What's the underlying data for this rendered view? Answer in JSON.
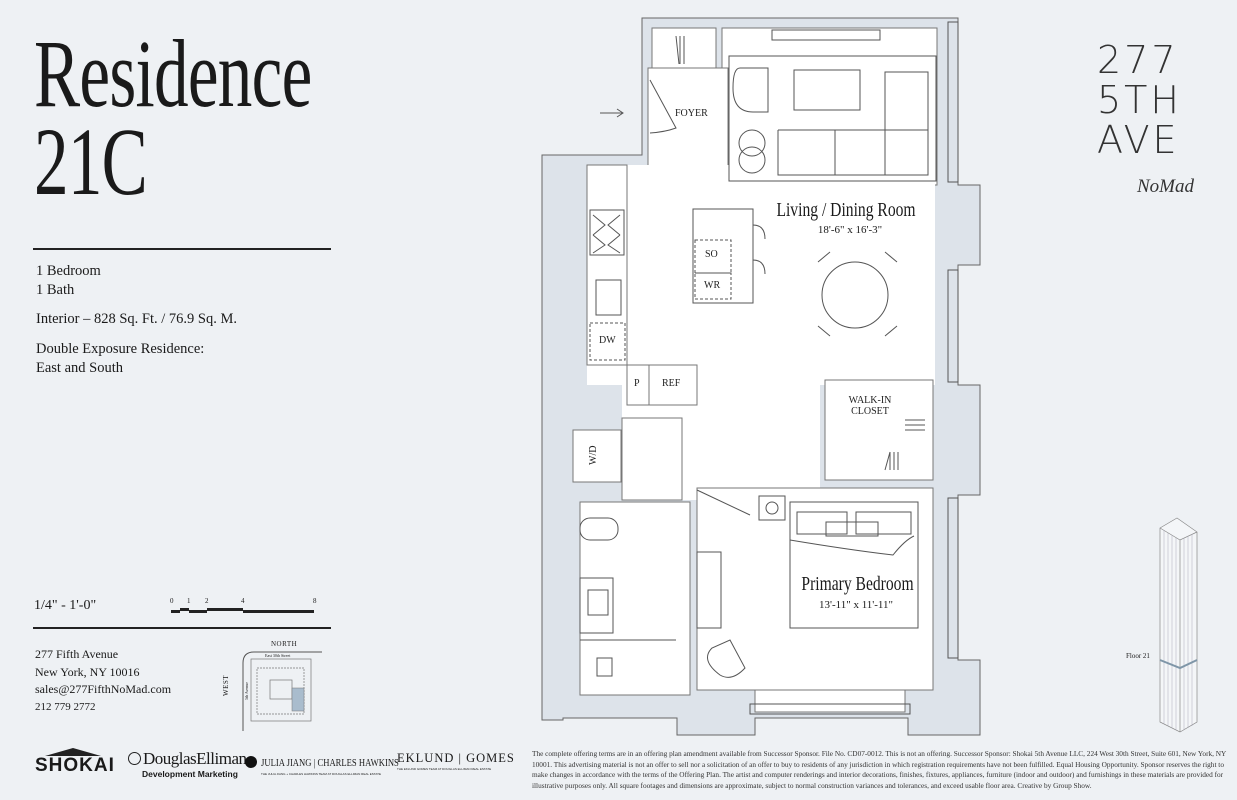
{
  "residence": {
    "title_line1": "Residence",
    "title_line2": "21C",
    "bedrooms": "1 Bedroom",
    "baths": "1 Bath",
    "interior": "Interior – 828 Sq. Ft. / 76.9 Sq. M.",
    "exposure_line1": "Double Exposure Residence:",
    "exposure_line2": "East and South"
  },
  "scale": {
    "label": "1/4\" - 1'-0\"",
    "ticks": [
      "0",
      "1",
      "2",
      "4",
      "8"
    ]
  },
  "contact": {
    "address1": "277 Fifth Avenue",
    "address2": "New York, NY 10016",
    "email": "sales@277FifthNoMad.com",
    "phone": "212 779 2772"
  },
  "site_map": {
    "north": "NORTH",
    "west": "WEST",
    "street_north": "East 30th Street",
    "street_west": "5th Avenue",
    "highlight_color": "#a9bccd"
  },
  "brand": {
    "line1": "277",
    "line2": "5TH",
    "line3": "AVE",
    "neighborhood": "NoMad"
  },
  "tower": {
    "floor_label": "Floor 21"
  },
  "plan": {
    "rooms": {
      "foyer": "FOYER",
      "living": "Living / Dining Room",
      "living_dim": "18'-6\" x 16'-3\"",
      "walkin": "WALK-IN CLOSET",
      "bedroom": "Primary Bedroom",
      "bedroom_dim": "13'-11\" x 11'-11\""
    },
    "appliances": {
      "so": "SO",
      "wr": "WR",
      "dw": "DW",
      "p": "P",
      "ref": "REF",
      "wd": "W/D"
    },
    "wall_color": "#dde3ea"
  },
  "logos": {
    "shokai": "SHOKAI",
    "douglas": "DouglasElliman",
    "douglas_sub": "Development Marketing",
    "julia": "JULIA JIANG | CHARLES HAWKINS",
    "julia_sub": "THE JULIA JIANG + CHARLES HAWKINS TEAM AT DOUGLAS ELLIMAN REAL ESTATE",
    "eklund": "EKLUND | GOMES",
    "eklund_sub": "THE EKLUND GOMES TEAM AT DOUGLAS ELLIMAN REAL ESTATE"
  },
  "disclaimer": "The complete offering terms are in an offering plan amendment available from Successor Sponsor. File No. CD07-0012. This is not an offering. Successor Sponsor: Shokai 5th Avenue LLC, 224 West 30th Street, Suite 601, New York, NY 10001. This advertising material is not an offer to sell nor a solicitation of an offer to buy to residents of any jurisdiction in which registration requirements have not been fulfilled. Equal Housing Opportunity. Sponsor reserves the right to make changes in accordance with the terms of the Offering Plan. The artist and computer renderings and interior decorations, finishes, fixtures, appliances, furniture (indoor and outdoor) and furnishings in these materials are provided for illustrative purposes only. All square footages and dimensions are approximate, subject to normal construction variances and tolerances, and exceed usable floor area. Creative by Group Show."
}
